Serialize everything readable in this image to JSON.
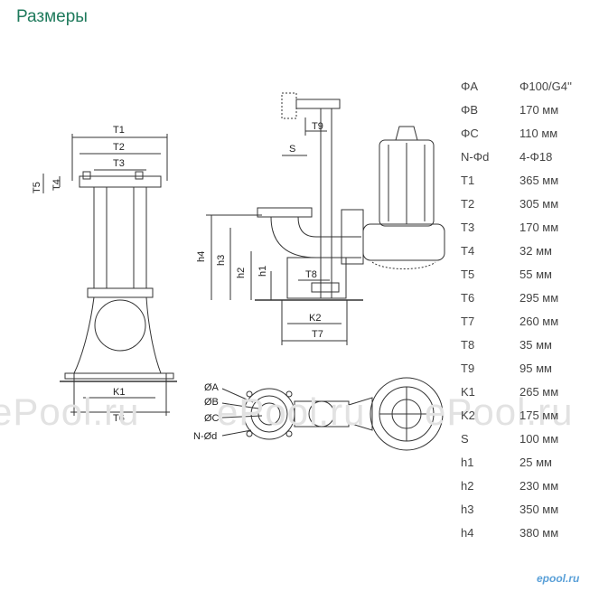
{
  "title": "Размеры",
  "watermark": [
    "ePool.ru",
    "ePool.ru",
    "ePool.ru"
  ],
  "logo": "epool.ru",
  "specs": [
    {
      "key": "ΦA",
      "value": "Φ100/G4''"
    },
    {
      "key": "ΦB",
      "value": "170 мм"
    },
    {
      "key": "ΦC",
      "value": "110 мм"
    },
    {
      "key": "N-Φd",
      "value": "4-Φ18"
    },
    {
      "key": "T1",
      "value": "365 мм"
    },
    {
      "key": "T2",
      "value": "305 мм"
    },
    {
      "key": "T3",
      "value": "170 мм"
    },
    {
      "key": "T4",
      "value": "32 мм"
    },
    {
      "key": "T5",
      "value": "55 мм"
    },
    {
      "key": "T6",
      "value": "295 мм"
    },
    {
      "key": "T7",
      "value": "260 мм"
    },
    {
      "key": "T8",
      "value": "35 мм"
    },
    {
      "key": "T9",
      "value": "95 мм"
    },
    {
      "key": "K1",
      "value": "265 мм"
    },
    {
      "key": "K2",
      "value": "175 мм"
    },
    {
      "key": "S",
      "value": "100 мм"
    },
    {
      "key": "h1",
      "value": "25 мм"
    },
    {
      "key": "h2",
      "value": "230 мм"
    },
    {
      "key": "h3",
      "value": "350 мм"
    },
    {
      "key": "h4",
      "value": "380 мм"
    }
  ],
  "labels": {
    "T1": "T1",
    "T2": "T2",
    "T3": "T3",
    "T4": "T4",
    "T5": "T5",
    "T6": "T6",
    "T7": "T7",
    "T8": "T8",
    "T9": "T9",
    "K1": "K1",
    "K2": "K2",
    "S": "S",
    "h1": "h1",
    "h2": "h2",
    "h3": "h3",
    "h4": "h4",
    "A": "ØA",
    "B": "ØB",
    "C": "ØC",
    "Nd": "N-Ød"
  }
}
